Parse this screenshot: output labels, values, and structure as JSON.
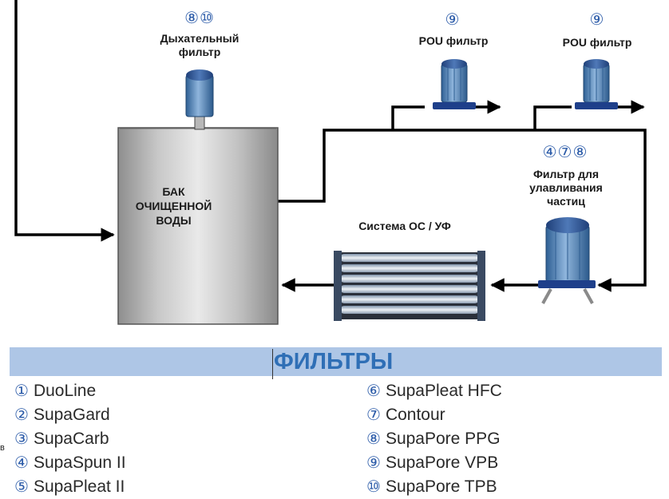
{
  "diagram": {
    "tank_label": "БАК\nОЧИЩЕННОЙ\nВОДЫ",
    "breather": {
      "numbers": "⑧⑩",
      "label": "Дыхательный\nфильтр"
    },
    "pou1": {
      "numbers": "⑨",
      "label": "POU фильтр"
    },
    "pou2": {
      "numbers": "⑨",
      "label": "POU фильтр"
    },
    "particle": {
      "numbers": "④⑦⑧",
      "label": "Фильтр для\nулавливания\nчастиц"
    },
    "ro_system": {
      "label": "Система ОС / УФ"
    }
  },
  "filters": {
    "title": "ФИЛЬТРЫ",
    "left": [
      {
        "num": "①",
        "name": "DuoLine"
      },
      {
        "num": "②",
        "name": "SupaGard"
      },
      {
        "num": "③",
        "name": "SupaCarb"
      },
      {
        "num": "④",
        "name": "SupaSpun II"
      },
      {
        "num": "⑤",
        "name": "SupaPleat II"
      }
    ],
    "right": [
      {
        "num": "⑥",
        "name": "SupaPleat HFC"
      },
      {
        "num": "⑦",
        "name": "Contour"
      },
      {
        "num": "⑧",
        "name": "SupaPore PPG"
      },
      {
        "num": "⑨",
        "name": "SupaPore VPB"
      },
      {
        "num": "⑩",
        "name": "SupaPore TPB"
      }
    ],
    "stray_mark": "в"
  },
  "colors": {
    "band": "#aec6e6",
    "title": "#2f6fb6",
    "numerals": "#2a5aa8",
    "pipe": "#000000"
  }
}
